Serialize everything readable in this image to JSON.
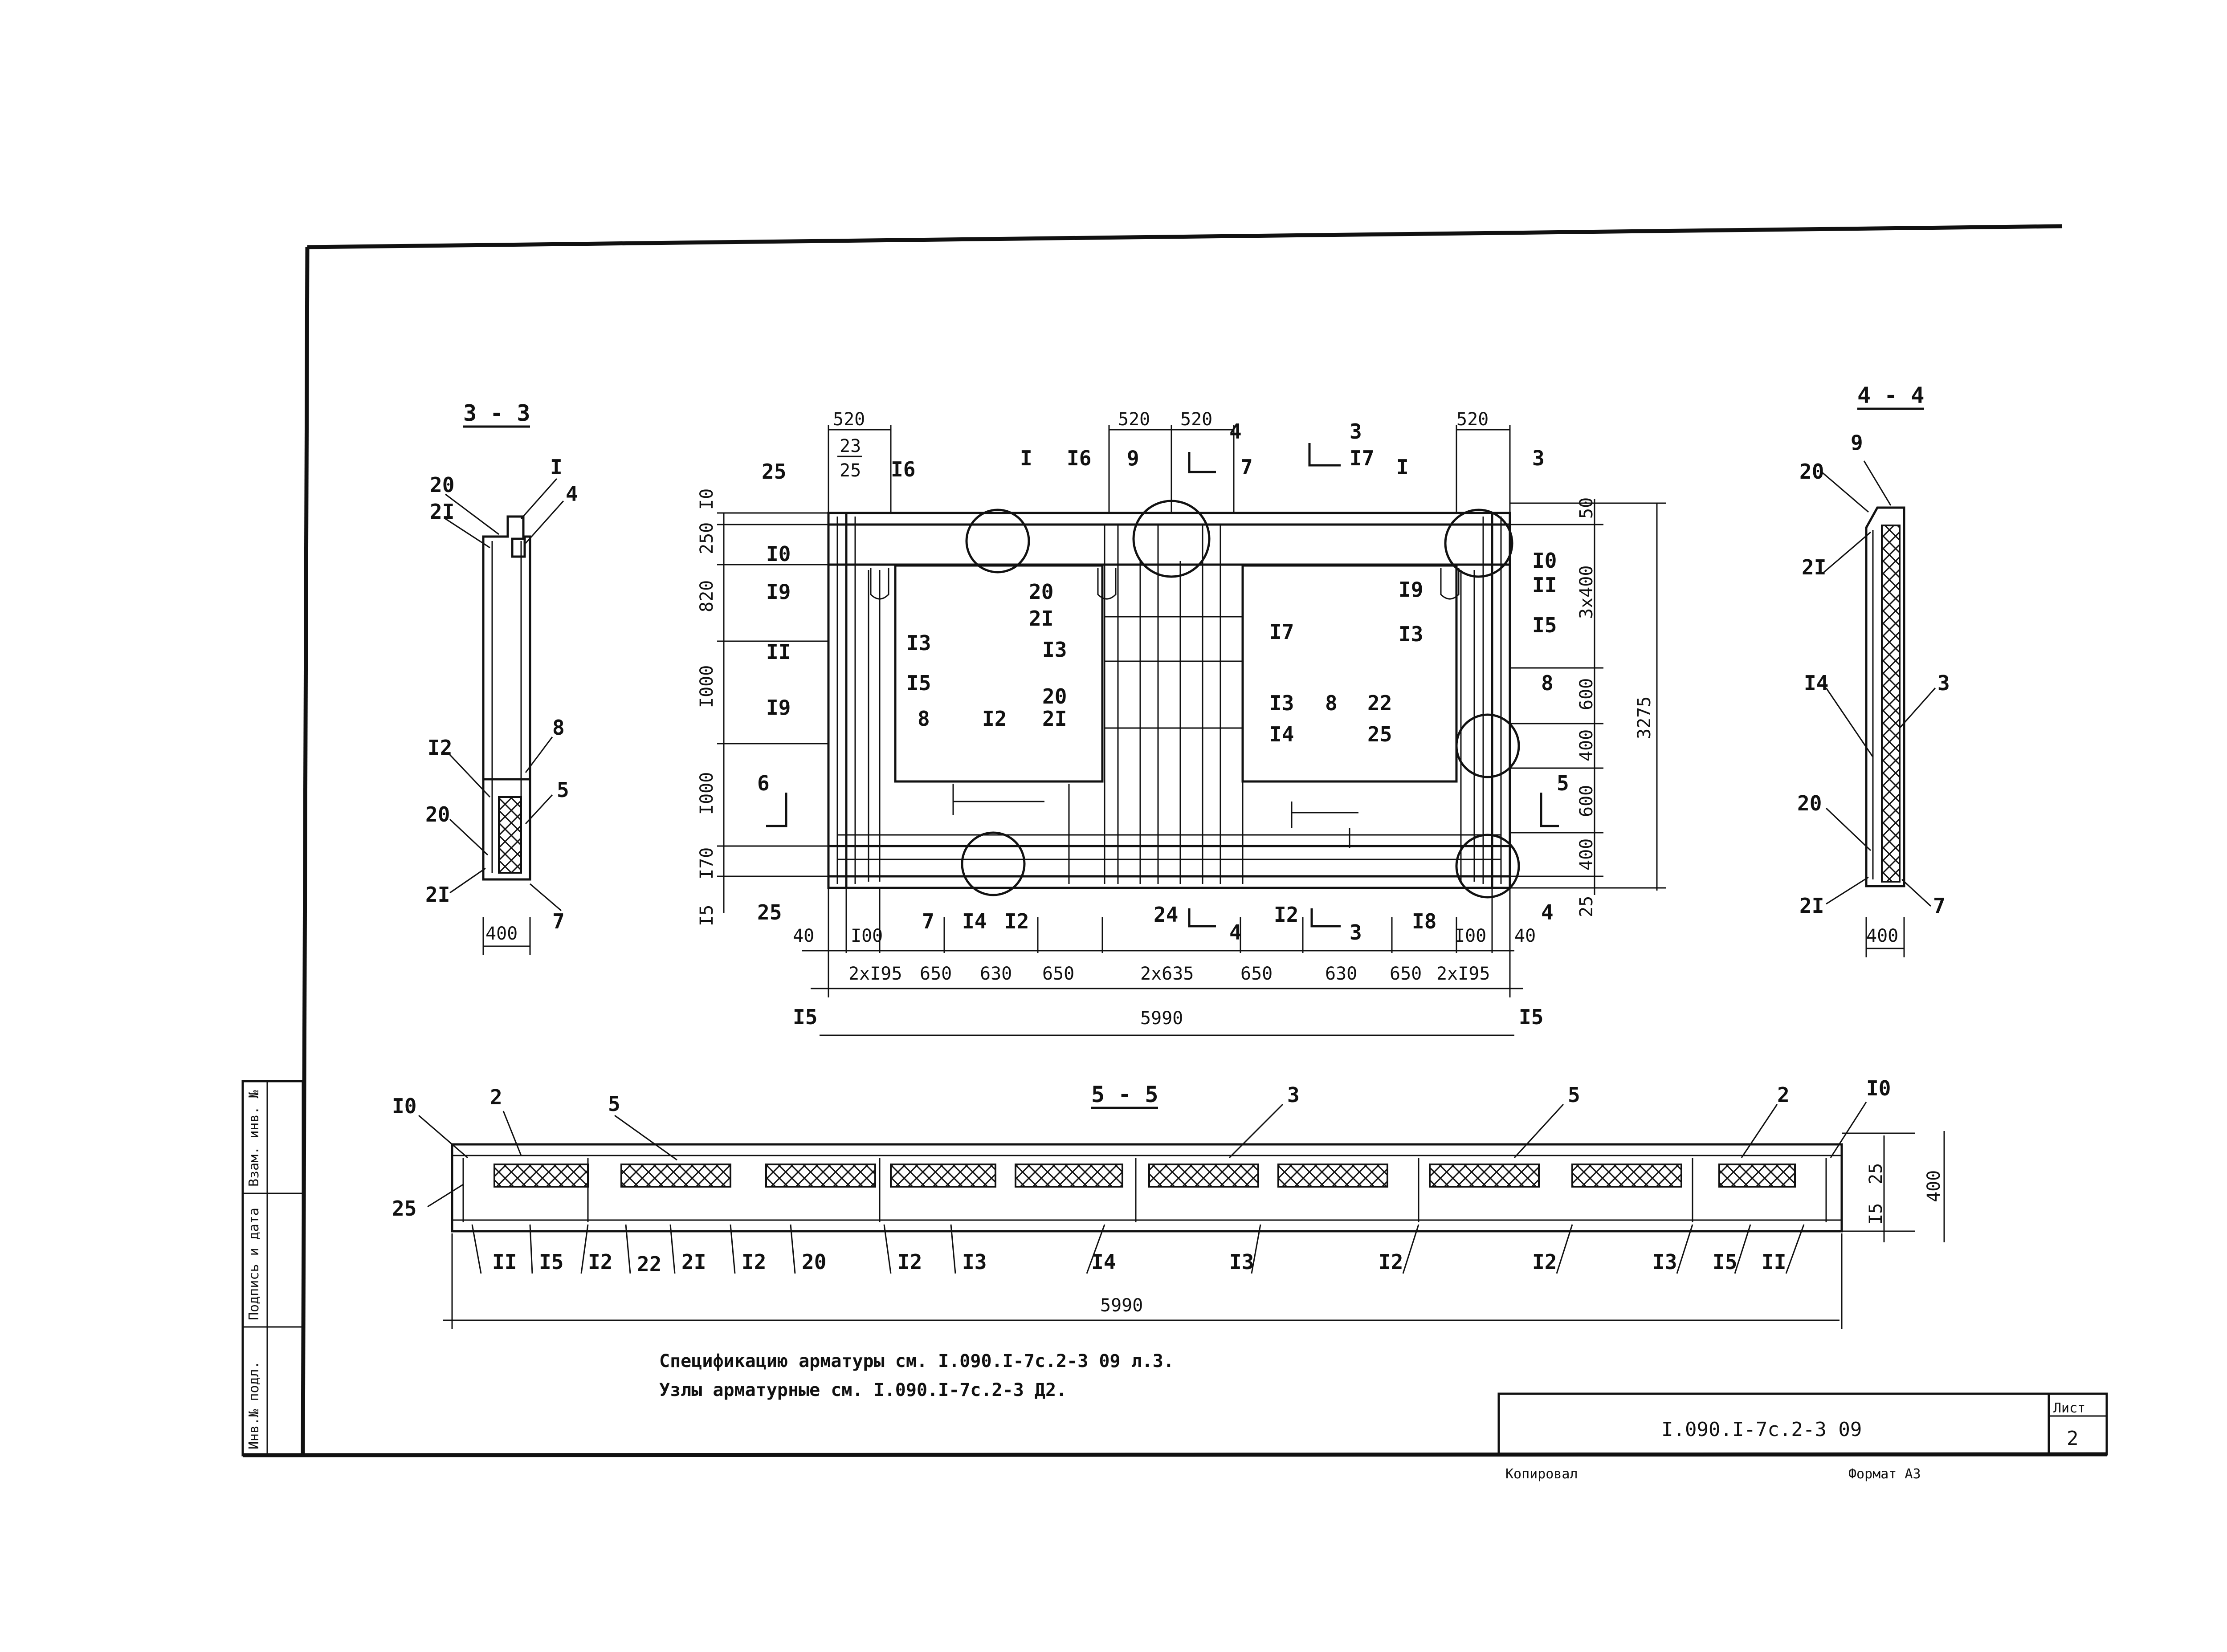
{
  "sheet": {
    "code": "I.090.I-7c.2-3 09",
    "list_label": "Лист",
    "list_number": "2",
    "format_label": "Формат А3",
    "checked_label": "Копировал",
    "side_stamp": [
      "Инв.№ подл.",
      "Подпись и дата",
      "Взам. инв. №"
    ]
  },
  "notes": [
    "Спецификацию арматуры см. I.090.I-7c.2-3 09 л.3.",
    "Узлы арматурные см. I.090.I-7c.2-3 Д2."
  ],
  "sections": {
    "s33": "3 - 3",
    "s44": "4 - 4",
    "s55": "5 - 5"
  },
  "left_section": {
    "labels": [
      "20",
      "2I",
      "I",
      "4",
      "8",
      "I2",
      "5",
      "20",
      "2I",
      "7"
    ],
    "width_dim": "400"
  },
  "right_section": {
    "labels": [
      "9",
      "20",
      "2I",
      "3",
      "I4",
      "20",
      "2I",
      "7"
    ],
    "width_dim": "400"
  },
  "elevation": {
    "top_dims": [
      "520",
      "520",
      "520",
      "520"
    ],
    "top_sub": [
      "23",
      "25"
    ],
    "left_dims": [
      "I0",
      "250",
      "820",
      "I000",
      "I000",
      "I70",
      "I5"
    ],
    "right_dims": [
      "50",
      "3x400",
      "600",
      "400",
      "600",
      "400",
      "25"
    ],
    "overall_height": "3275",
    "bottom_dims": [
      "2xI95",
      "650",
      "630",
      "650",
      "2x635",
      "650",
      "630",
      "650",
      "2xI95"
    ],
    "bottom_small": [
      "40",
      "I00",
      "I00",
      "40"
    ],
    "overall_width": "5990",
    "edge_dims": [
      "I5",
      "I5"
    ],
    "marks": {
      "m25a": "25",
      "m16a": "I6",
      "m1a": "I",
      "m16b": "I6",
      "m9": "9",
      "m7": "7",
      "m3top": "3",
      "m17top": "I7",
      "m1b": "I",
      "m3b": "3",
      "m10a": "I0",
      "m19a": "I9",
      "m11a": "II",
      "m19b": "I9",
      "m13a": "I3",
      "m15a": "I5",
      "m8a": "8",
      "m12a": "I2",
      "m20a": "20",
      "m21a": "2I",
      "m13b": "I3",
      "m20b": "20",
      "m21b": "2I",
      "m17mid": "I7",
      "m13c": "I3",
      "m14a": "I4",
      "m8b": "8",
      "m22": "22",
      "m25b": "25",
      "m10b": "I0",
      "m11b": "II",
      "m19c": "I9",
      "m13d": "I3",
      "m15b": "I5",
      "m8c": "8",
      "m6": "6",
      "m5": "5",
      "m25c": "25",
      "m7b": "7",
      "m14b": "I4",
      "m12b": "I2",
      "m24": "24",
      "m4a": "4",
      "m12c": "I2",
      "m3c": "3",
      "m18": "I8",
      "m4b": "4",
      "m4top": "4"
    }
  },
  "plan": {
    "top_labels": [
      "I0",
      "2",
      "5",
      "3",
      "5",
      "2",
      "I0"
    ],
    "left_label": "25",
    "bottom_labels": [
      "II",
      "I5",
      "I2",
      "22",
      "2I",
      "I2",
      "20",
      "I2",
      "I3",
      "I4",
      "I3",
      "I2",
      "I2",
      "I3",
      "I5",
      "II"
    ],
    "right_dims": [
      "25",
      "I5",
      "400"
    ],
    "overall_width": "5990"
  }
}
